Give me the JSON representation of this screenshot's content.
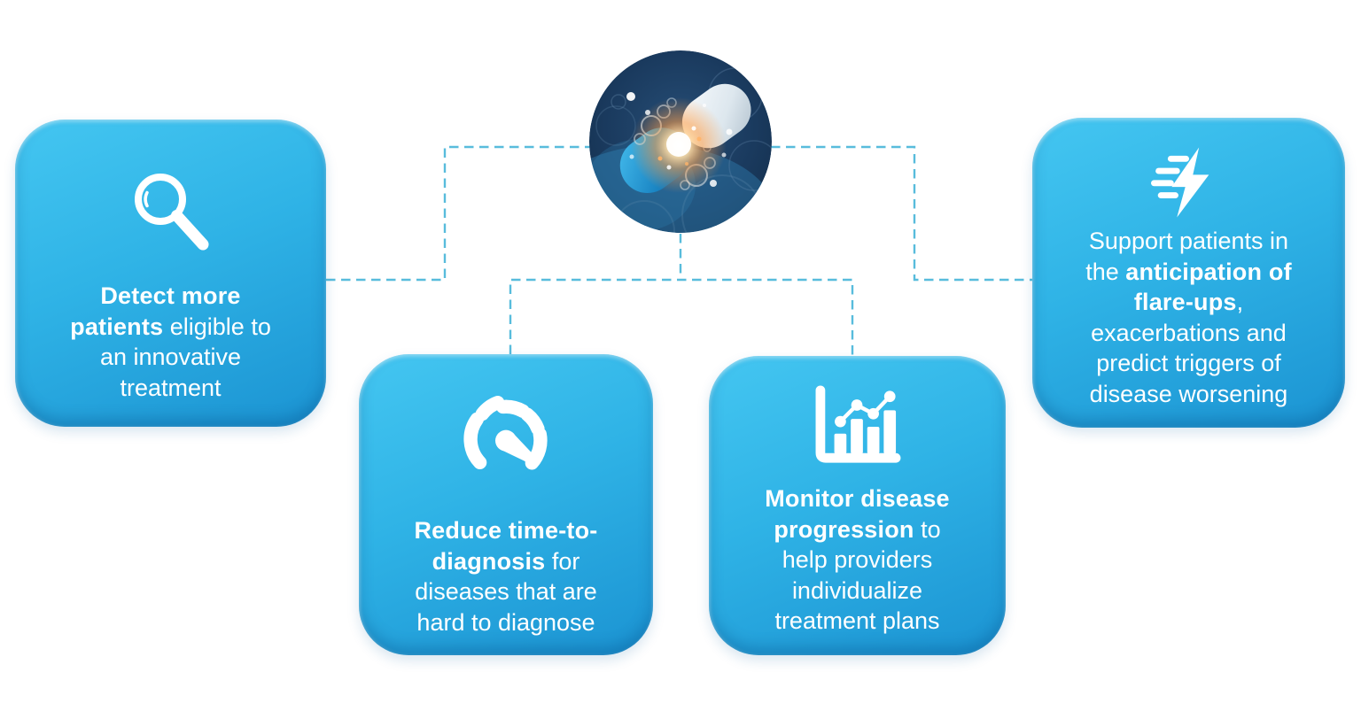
{
  "colors": {
    "card_top": "#44c6f1",
    "card_mid": "#2fb3e6",
    "card_bottom": "#1b93d2",
    "connector_color": "#58bcdc",
    "text_color": "#ffffff",
    "page_bg": "#ffffff"
  },
  "hub": {
    "image": "pill-capsule-burst-photo"
  },
  "cards": [
    {
      "name": "detect-more-patients",
      "icon": "magnifier-icon",
      "lines": [
        [
          {
            "t": "Detect more",
            "b": true
          }
        ],
        [
          {
            "t": "patients",
            "b": true
          },
          {
            "t": " eligible to",
            "b": false
          }
        ],
        [
          {
            "t": "an innovative",
            "b": false
          }
        ],
        [
          {
            "t": "treatment",
            "b": false
          }
        ]
      ]
    },
    {
      "name": "reduce-time-to-diagnosis",
      "icon": "gauge-icon",
      "lines": [
        [
          {
            "t": "Reduce time-to-",
            "b": true
          }
        ],
        [
          {
            "t": "diagnosis",
            "b": true
          },
          {
            "t": " for",
            "b": false
          }
        ],
        [
          {
            "t": "diseases that are",
            "b": false
          }
        ],
        [
          {
            "t": "hard to diagnose",
            "b": false
          }
        ]
      ]
    },
    {
      "name": "monitor-disease-progression",
      "icon": "bar-chart-trend-icon",
      "lines": [
        [
          {
            "t": "Monitor disease",
            "b": true
          }
        ],
        [
          {
            "t": "progression",
            "b": true
          },
          {
            "t": " to",
            "b": false
          }
        ],
        [
          {
            "t": "help providers",
            "b": false
          }
        ],
        [
          {
            "t": "individualize",
            "b": false
          }
        ],
        [
          {
            "t": "treatment plans",
            "b": false
          }
        ]
      ]
    },
    {
      "name": "support-patients-anticipation",
      "icon": "lightning-speed-icon",
      "lines": [
        [
          {
            "t": "Support patients in",
            "b": false
          }
        ],
        [
          {
            "t": "the ",
            "b": false
          },
          {
            "t": "anticipation of",
            "b": true
          }
        ],
        [
          {
            "t": "flare-ups",
            "b": true
          },
          {
            "t": ",",
            "b": false
          }
        ],
        [
          {
            "t": "exacerbations and",
            "b": false
          }
        ],
        [
          {
            "t": "predict triggers of",
            "b": false
          }
        ],
        [
          {
            "t": "disease worsening",
            "b": false
          }
        ]
      ]
    }
  ]
}
